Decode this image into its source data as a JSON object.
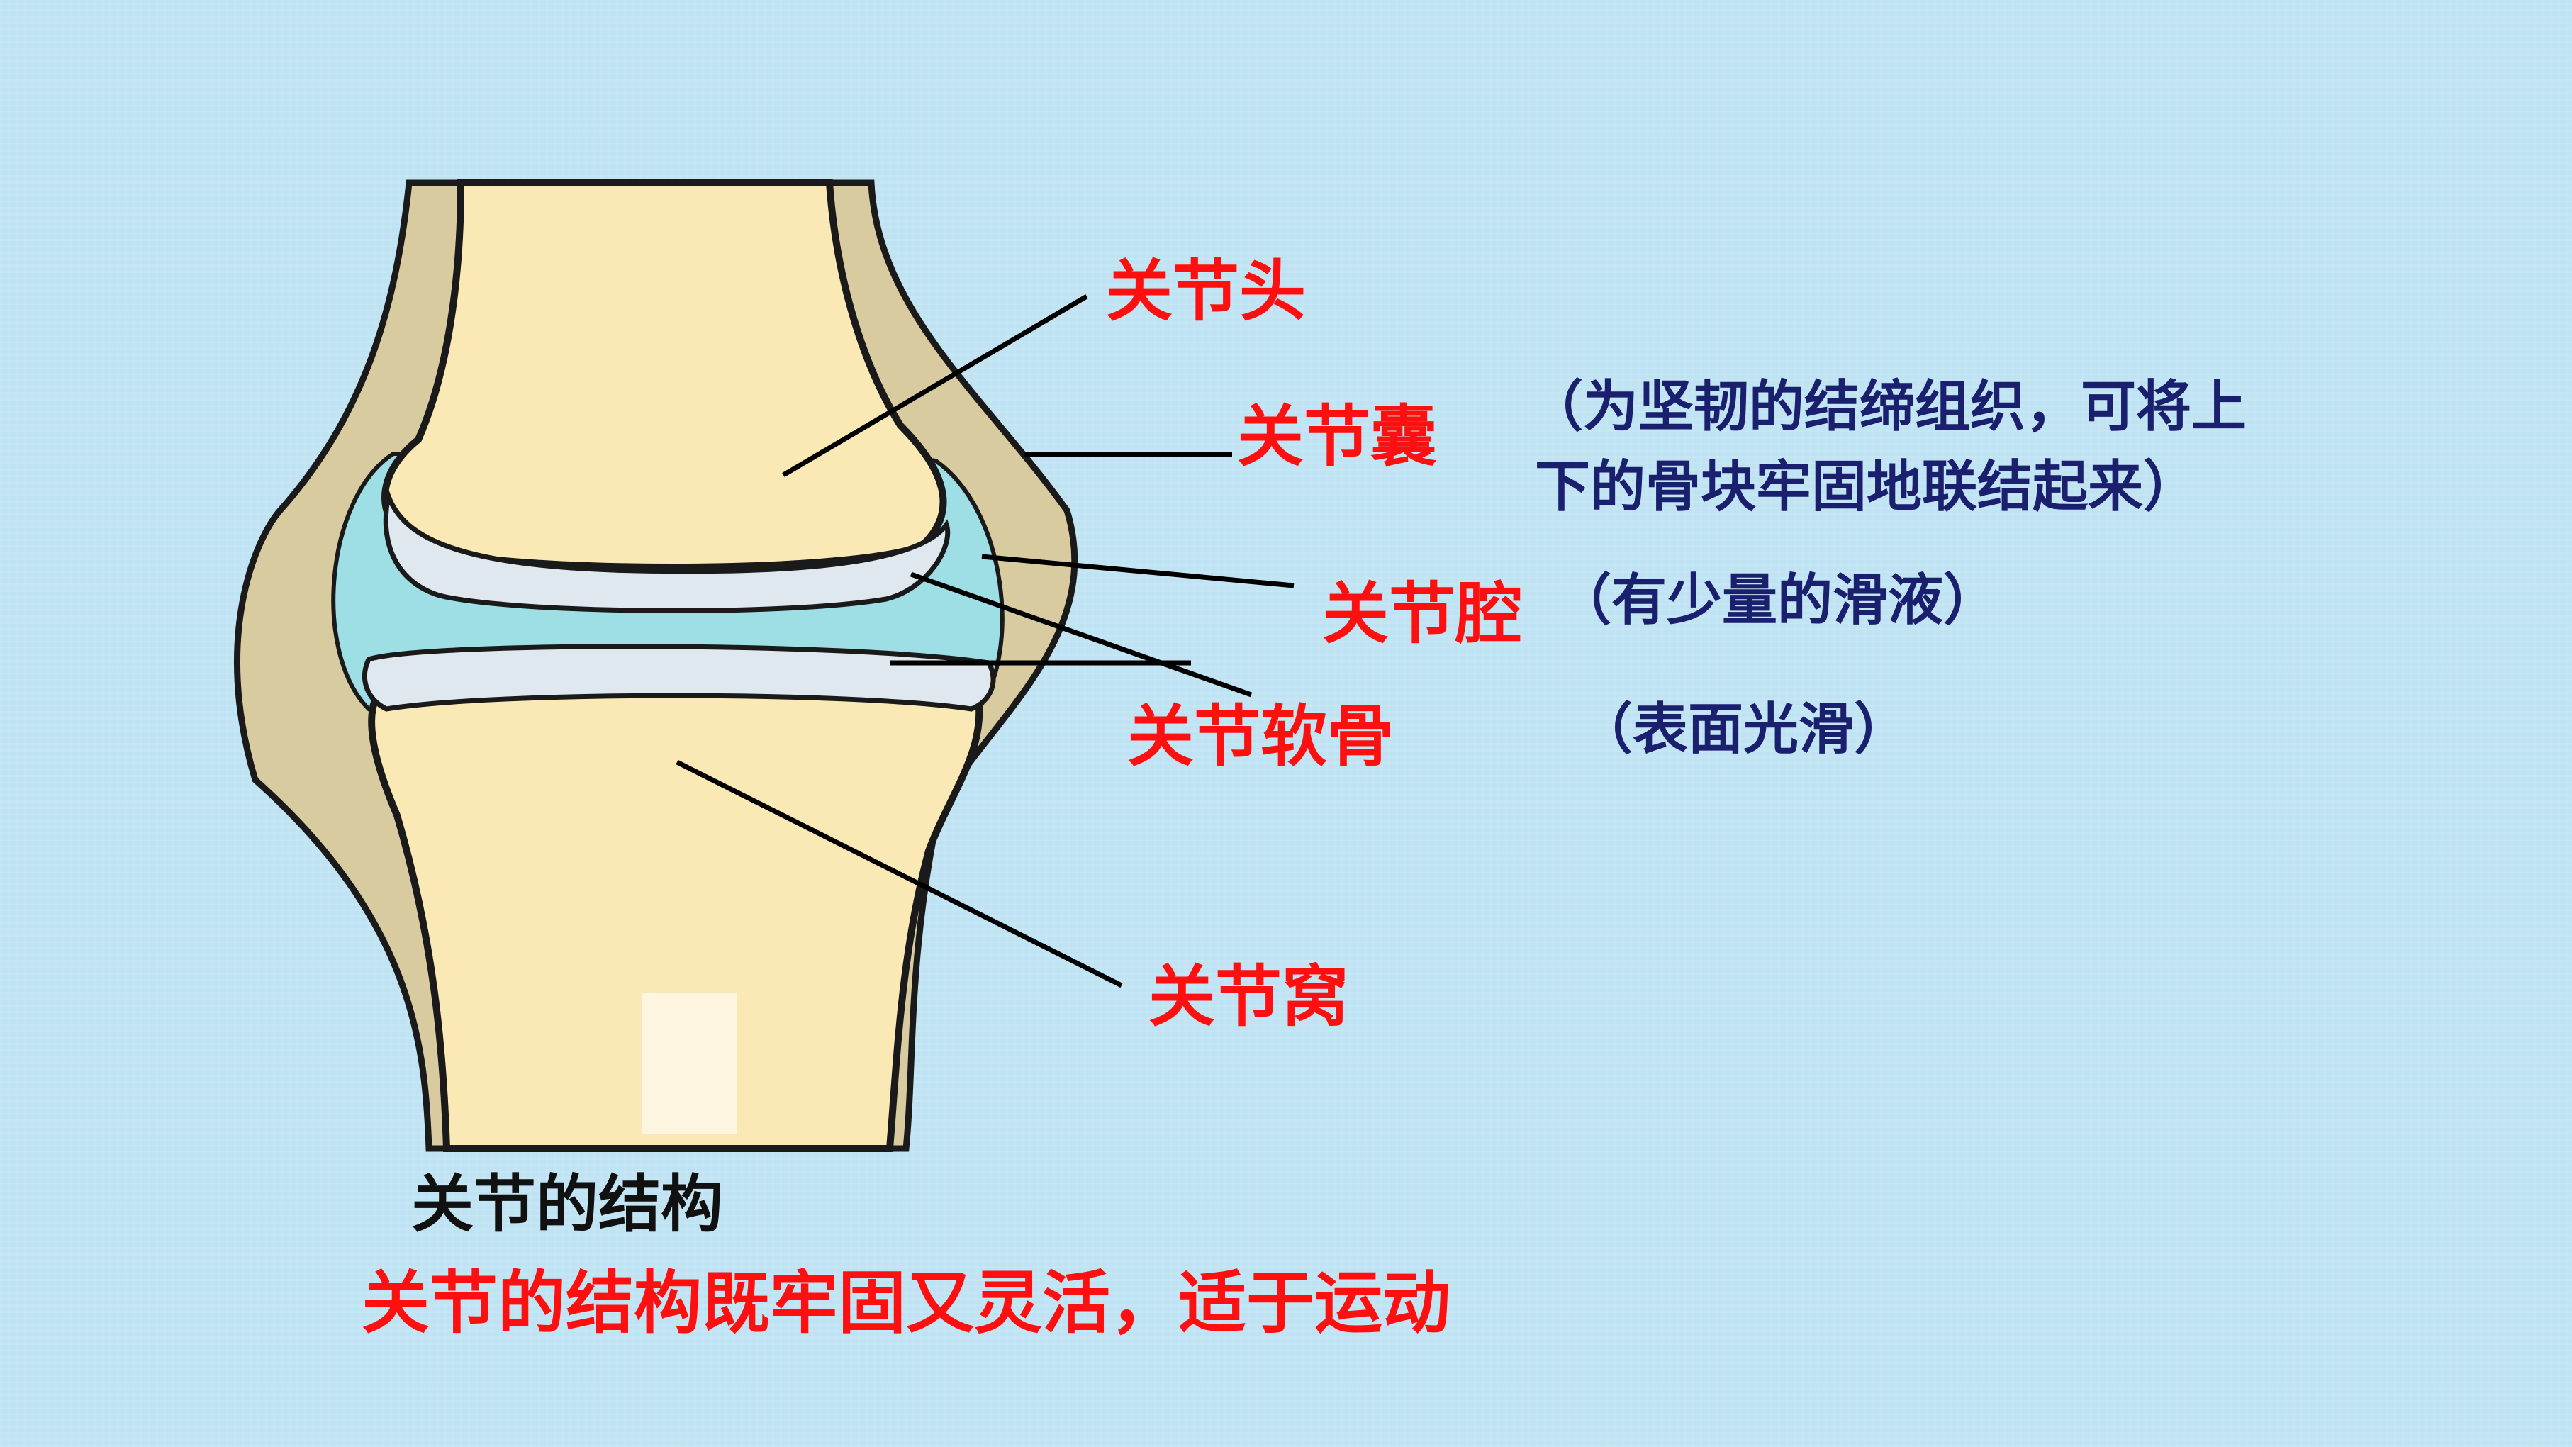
{
  "labels": {
    "head": "关节头",
    "capsule": "关节囊",
    "capsule_note_line1": "（为坚韧的结缔组织，可将上",
    "capsule_note_line2": "下的骨块牢固地联结起来）",
    "cavity": "关节腔",
    "cavity_note": "（有少量的滑液）",
    "cartilage": "关节软骨",
    "cartilage_note": "（表面光滑）",
    "socket": "关节窝"
  },
  "caption": "关节的结构",
  "summary": "关节的结构既牢固又灵活，适于运动",
  "colors": {
    "background": "#bfe3f2",
    "bone": "#fbe9b5",
    "capsule": "#d8cba0",
    "cavity": "#9edfe6",
    "cartilage": "#dfe8ee",
    "label_red": "#ff1010",
    "note_navy": "#1a1f6e"
  }
}
